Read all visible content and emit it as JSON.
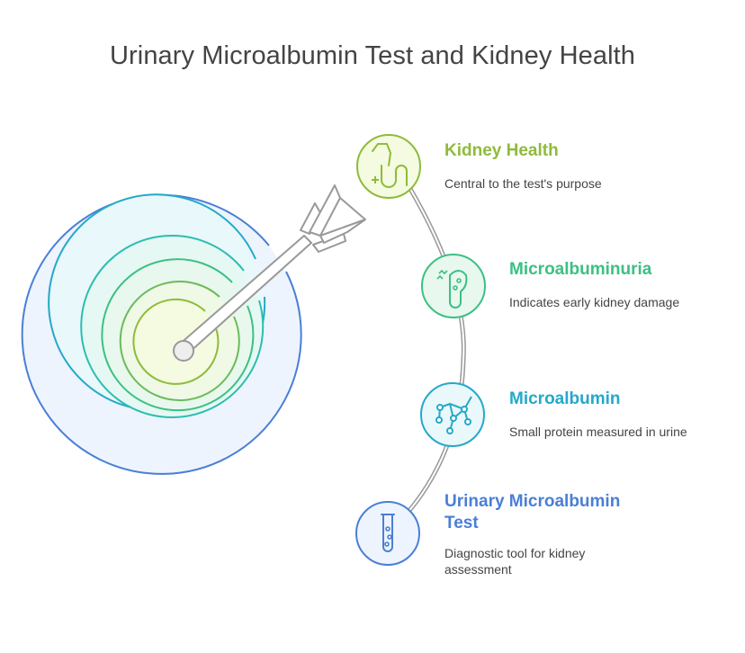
{
  "title": "Urinary Microalbumin Test and Kidney Health",
  "items": [
    {
      "title": "Kidney Health",
      "description": "Central to the test's purpose",
      "color": "#8fbb3a",
      "icon": "kidney-icon"
    },
    {
      "title": "Microalbuminuria",
      "description": "Indicates early kidney damage",
      "color": "#3cc083",
      "icon": "microalbuminuria-icon"
    },
    {
      "title": "Microalbumin",
      "description": "Small protein measured in urine",
      "color": "#24a9c9",
      "icon": "molecule-icon"
    },
    {
      "title": "Urinary Microalbumin Test",
      "description": "Diagnostic tool for kidney assessment",
      "color": "#4a7fd6",
      "icon": "test-tube-icon"
    }
  ]
}
